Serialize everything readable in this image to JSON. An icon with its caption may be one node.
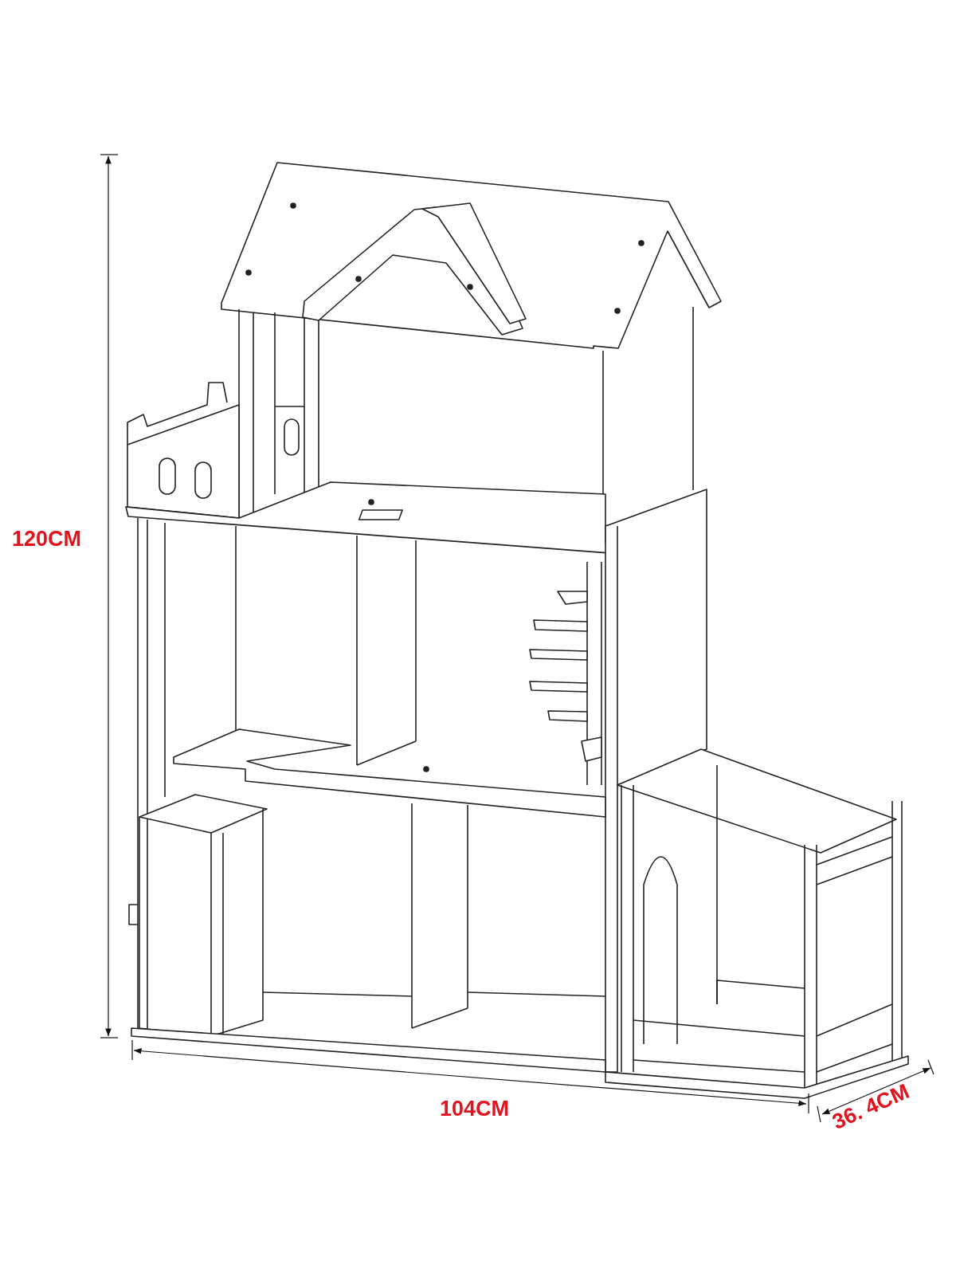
{
  "diagram": {
    "labels": [
      "120CM",
      "104CM",
      "36. 4CM"
    ]
  }
}
